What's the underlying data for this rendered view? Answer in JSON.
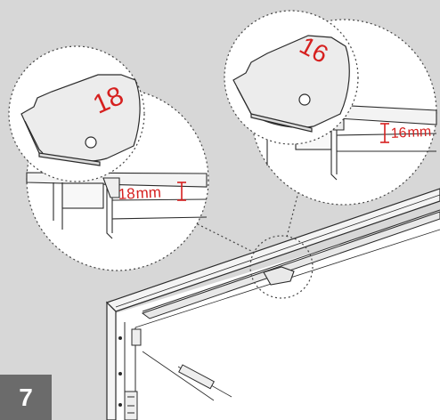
{
  "step": {
    "number": "7"
  },
  "left_detail": {
    "clip_number": "18",
    "measurement_value": "18",
    "measurement_unit": "mm"
  },
  "right_detail": {
    "clip_number": "16",
    "measurement_value": "16",
    "measurement_unit": "mm"
  },
  "colors": {
    "background": "#d7d7d7",
    "dimension_red": "#d6201f",
    "step_badge": "#6b6b6b",
    "line": "#2b2b2b"
  }
}
